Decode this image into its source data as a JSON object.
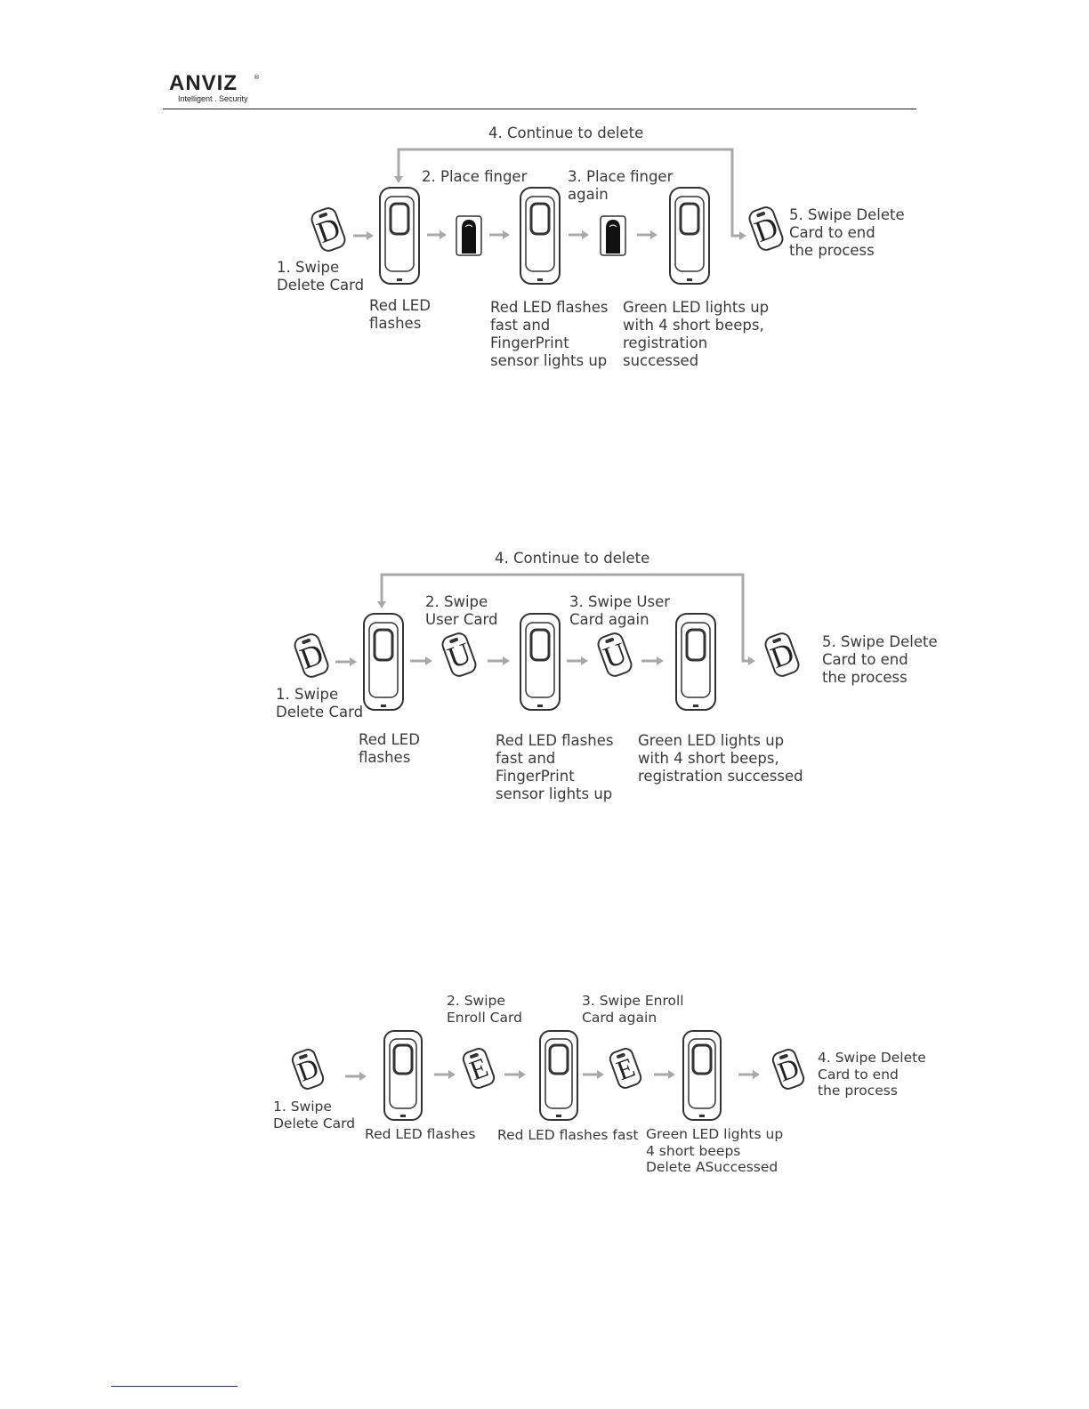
{
  "header": {
    "logo_text": "ANVIZ",
    "logo_reg": "®",
    "logo_tagline": "Intelligent . Security"
  },
  "icons": [
    "reader-device-icon",
    "delete-card-icon",
    "user-card-icon",
    "enroll-card-icon",
    "finger-icon",
    "arrow-right-icon",
    "loop-arrow"
  ],
  "colors": {
    "arrow": "#a8a8a8",
    "text": "#3a3a3a",
    "header_rule": "#222222",
    "footer_link_rule": "#2a2ab0"
  },
  "diagram1": {
    "loop_label": "4. Continue to delete",
    "card_letter": "D",
    "step1": "1. Swipe\nDelete Card",
    "step2": "2. Place finger",
    "step3": "3. Place finger\nagain",
    "step5": "5. Swipe Delete\nCard to end\nthe process",
    "state1": "Red LED\nflashes",
    "state2": "Red LED flashes\nfast and\nFingerPrint\nsensor lights up",
    "state3": "Green LED lights up\nwith 4 short beeps,\nregistration\nsuccessed"
  },
  "diagram2": {
    "loop_label": "4. Continue to delete",
    "card_letter": "D",
    "user_letter": "U",
    "step1": "1. Swipe\nDelete Card",
    "step2": "2. Swipe\nUser Card",
    "step3": "3. Swipe User\nCard again",
    "step5": "5. Swipe Delete\nCard to end\nthe process",
    "state1": "Red LED\nflashes",
    "state2": "Red LED flashes\nfast and\nFingerPrint\nsensor lights up",
    "state3": "Green LED lights up\nwith 4 short beeps,\nregistration successed"
  },
  "diagram3": {
    "card_letter": "D",
    "enroll_letter": "E",
    "step1": "1. Swipe\nDelete Card",
    "step2": "2. Swipe\nEnroll Card",
    "step3": "3. Swipe Enroll\nCard again",
    "step4": "4. Swipe Delete\nCard to end\nthe process",
    "state1": "Red LED flashes",
    "state2": "Red LED flashes fast",
    "state3": "Green LED lights up\n4 short beeps\nDelete ASuccessed"
  }
}
